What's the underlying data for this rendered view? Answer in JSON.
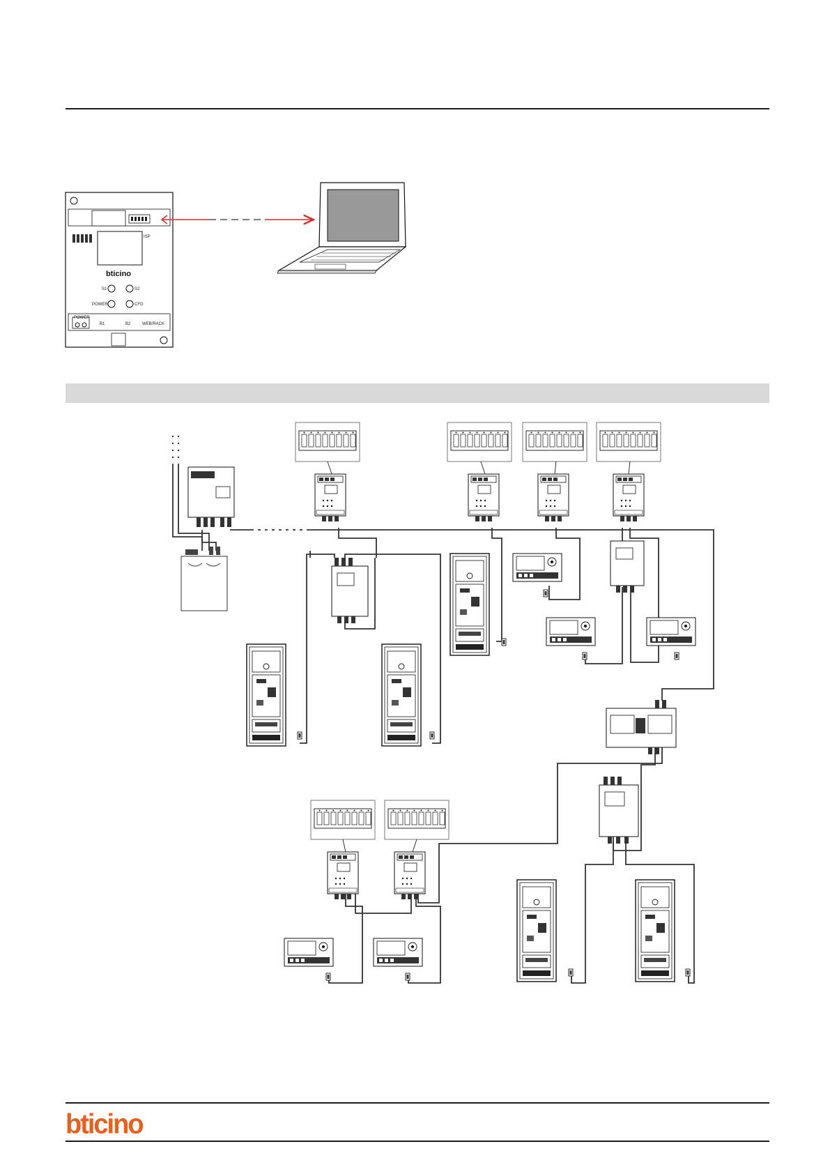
{
  "figure_top": {
    "controller": {
      "brand": "bticino",
      "port_label": "ISP",
      "buttons": [
        "S1",
        "S2",
        "POWER",
        "CFG"
      ],
      "bottom_labels": [
        "B1",
        "B2",
        "WEB/RACK"
      ],
      "power_label": "POWER"
    }
  },
  "footer": {
    "brand": "bticino"
  }
}
